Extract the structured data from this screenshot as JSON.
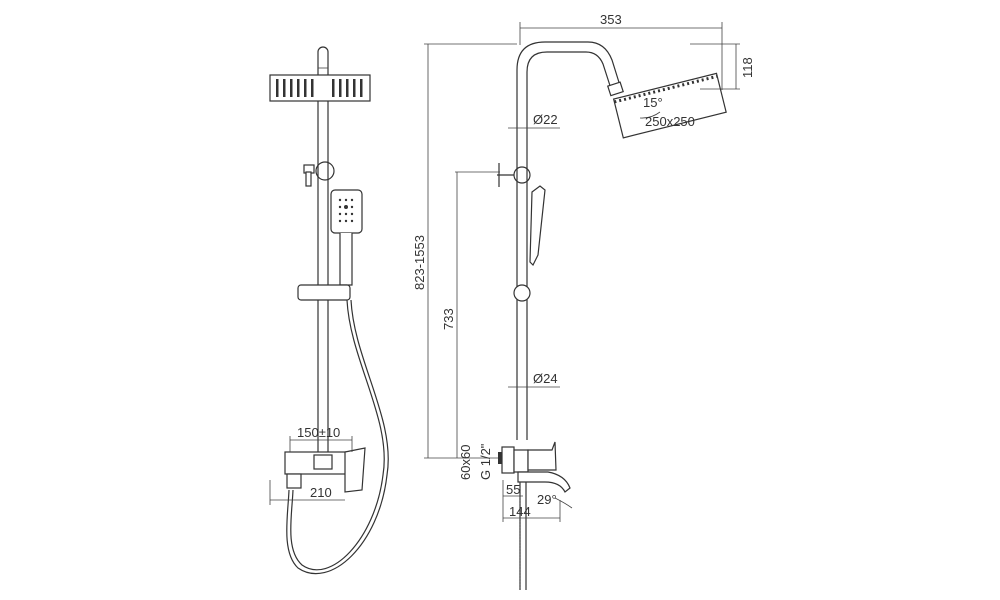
{
  "title": "Shower system technical drawing",
  "dimensions": {
    "head_width": "353",
    "head_height": "118",
    "head_angle": "15°",
    "head_size": "250x250",
    "upper_pipe_diameter": "Ø22",
    "total_height": "823-1553",
    "diverter_height": "733",
    "lower_pipe_diameter": "Ø24",
    "mixer_flange": "60x60",
    "thread": "G 1/2\"",
    "mixer_offset": "55",
    "spout_angle": "29°",
    "spout_length": "144",
    "center_distance": "150±10",
    "mixer_width": "210"
  }
}
